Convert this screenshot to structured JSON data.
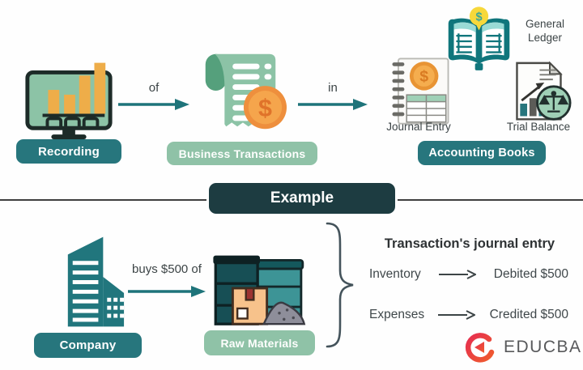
{
  "flow": {
    "recording_label": "Recording",
    "of_label": "of",
    "business_transactions_label": "Business Transactions",
    "in_label": "in",
    "journal_entry_caption": "Journal Entry",
    "general_ledger_caption": "General Ledger",
    "trial_balance_caption": "Trial Balance",
    "accounting_books_label": "Accounting Books"
  },
  "divider": {
    "example_label": "Example"
  },
  "example": {
    "company_label": "Company",
    "buys_label": "buys $500 of",
    "raw_materials_label": "Raw Materials",
    "journal_title": "Transaction's journal entry",
    "rows": [
      {
        "account": "Inventory",
        "result": "Debited $500"
      },
      {
        "account": "Expenses",
        "result": "Credited $500"
      }
    ]
  },
  "brand": {
    "name": "EDUCBA"
  },
  "glyphs": {
    "dollar": "$"
  },
  "colors": {
    "teal_badge": "#27767d",
    "dark_badge": "#1d3c41",
    "green_badge": "#8fc2a7",
    "arrow_teal": "#1e747a",
    "text_dark": "#3c4446",
    "bar_orange": "#eead49",
    "coin_orange": "#ee8f3d",
    "coin_yellow": "#f2cf37"
  }
}
